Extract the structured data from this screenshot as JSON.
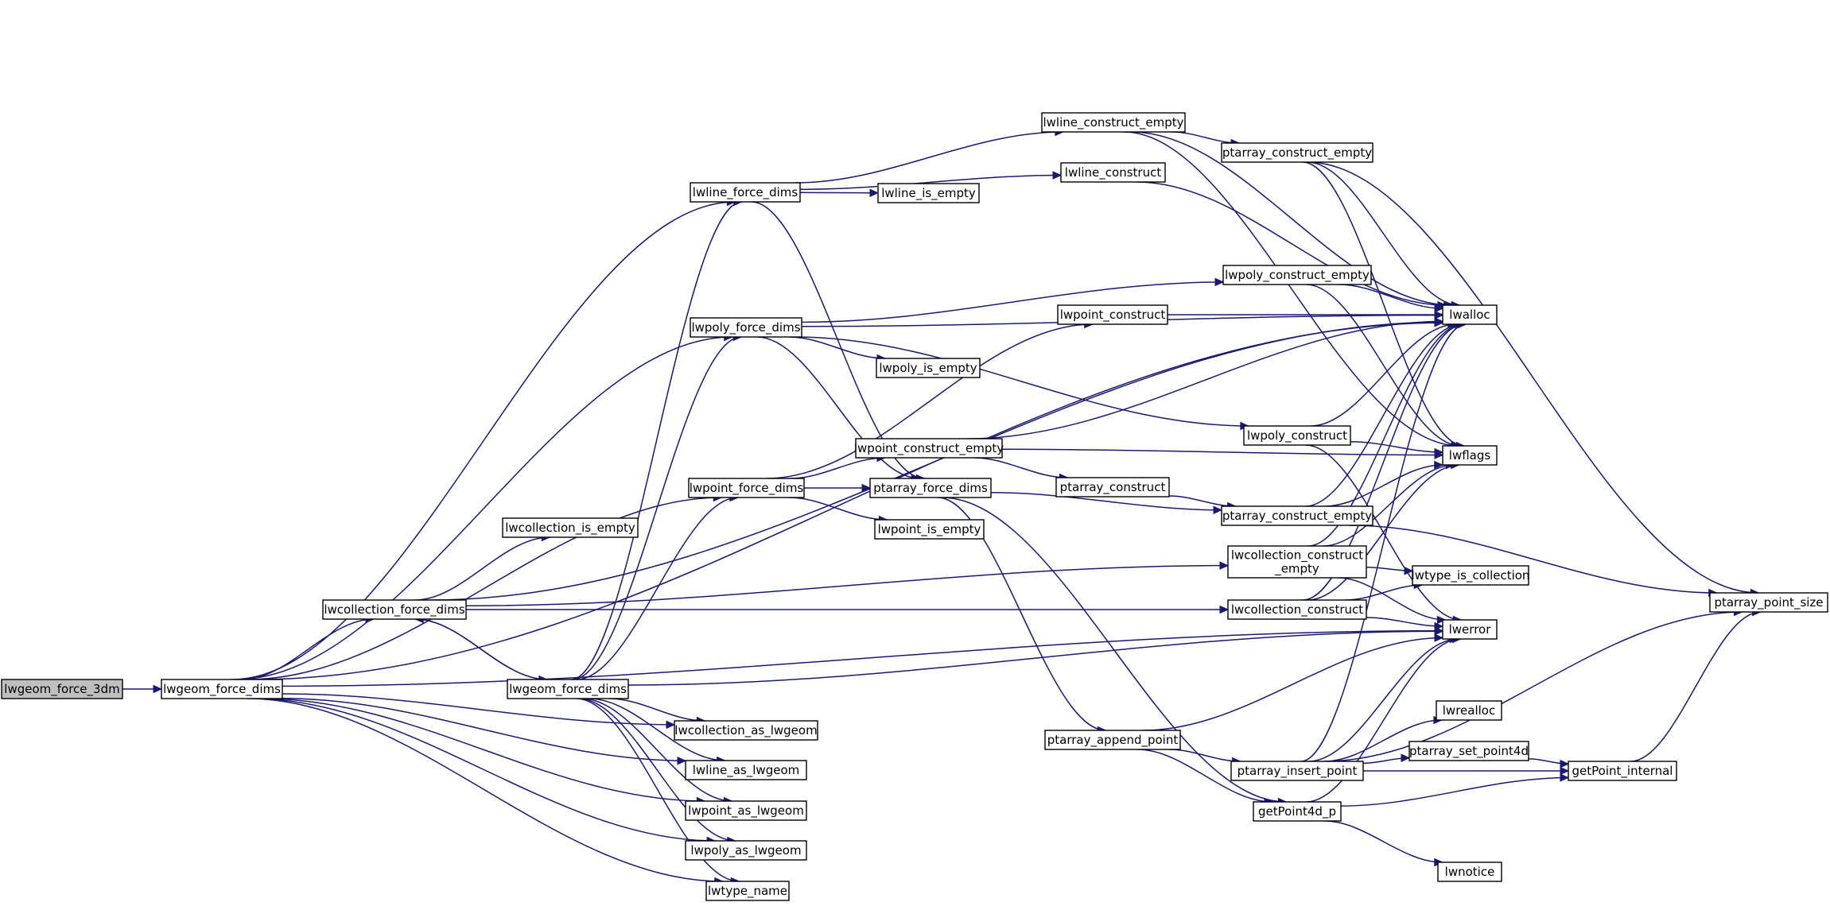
{
  "graph": {
    "colors": {
      "edge": "#191970",
      "node_border": "#000000",
      "root_fill": "#bfbfbf",
      "background": "#ffffff"
    },
    "nodes": [
      {
        "id": "lwgeom_force_3dm",
        "label": "lwgeom_force_3dm",
        "root": true
      },
      {
        "id": "lwgeom_force_dims_1",
        "label": "lwgeom_force_dims"
      },
      {
        "id": "lwcollection_force_dims",
        "label": "lwcollection_force_dims"
      },
      {
        "id": "lwgeom_force_dims_2",
        "label": "lwgeom_force_dims"
      },
      {
        "id": "lwcollection_is_empty",
        "label": "lwcollection_is_empty"
      },
      {
        "id": "lwline_force_dims",
        "label": "lwline_force_dims"
      },
      {
        "id": "lwpoly_force_dims",
        "label": "lwpoly_force_dims"
      },
      {
        "id": "lwpoint_force_dims",
        "label": "lwpoint_force_dims"
      },
      {
        "id": "lwcollection_as_lwgeom",
        "label": "lwcollection_as_lwgeom"
      },
      {
        "id": "lwline_as_lwgeom",
        "label": "lwline_as_lwgeom"
      },
      {
        "id": "lwpoint_as_lwgeom",
        "label": "lwpoint_as_lwgeom"
      },
      {
        "id": "lwpoly_as_lwgeom",
        "label": "lwpoly_as_lwgeom"
      },
      {
        "id": "lwtype_name",
        "label": "lwtype_name"
      },
      {
        "id": "lwline_is_empty",
        "label": "lwline_is_empty"
      },
      {
        "id": "lwpoly_is_empty",
        "label": "lwpoly_is_empty"
      },
      {
        "id": "lwpoint_construct_empty",
        "label": "lwpoint_construct_empty"
      },
      {
        "id": "ptarray_force_dims",
        "label": "ptarray_force_dims"
      },
      {
        "id": "lwpoint_is_empty",
        "label": "lwpoint_is_empty"
      },
      {
        "id": "lwline_construct_empty",
        "label": "lwline_construct_empty"
      },
      {
        "id": "lwline_construct",
        "label": "lwline_construct"
      },
      {
        "id": "lwpoint_construct",
        "label": "lwpoint_construct"
      },
      {
        "id": "ptarray_construct",
        "label": "ptarray_construct"
      },
      {
        "id": "ptarray_append_point",
        "label": "ptarray_append_point"
      },
      {
        "id": "ptarray_construct_empty_top",
        "label": "ptarray_construct_empty"
      },
      {
        "id": "lwpoly_construct_empty",
        "label": "lwpoly_construct_empty"
      },
      {
        "id": "lwpoly_construct",
        "label": "lwpoly_construct"
      },
      {
        "id": "ptarray_construct_empty_mid",
        "label": "ptarray_construct_empty"
      },
      {
        "id": "lwcollection_construct_empty",
        "label": "lwcollection_construct\n_empty"
      },
      {
        "id": "lwcollection_construct",
        "label": "lwcollection_construct"
      },
      {
        "id": "ptarray_insert_point",
        "label": "ptarray_insert_point"
      },
      {
        "id": "getPoint4d_p",
        "label": "getPoint4d_p"
      },
      {
        "id": "lwalloc",
        "label": "lwalloc"
      },
      {
        "id": "lwflags",
        "label": "lwflags"
      },
      {
        "id": "lwtype_is_collection",
        "label": "lwtype_is_collection"
      },
      {
        "id": "lwerror",
        "label": "lwerror"
      },
      {
        "id": "lwrealloc",
        "label": "lwrealloc"
      },
      {
        "id": "ptarray_set_point4d",
        "label": "ptarray_set_point4d"
      },
      {
        "id": "lwnotice",
        "label": "lwnotice"
      },
      {
        "id": "getPoint_internal",
        "label": "getPoint_internal"
      },
      {
        "id": "ptarray_point_size",
        "label": "ptarray_point_size"
      }
    ],
    "edges": [
      [
        "lwgeom_force_3dm",
        "lwgeom_force_dims_1"
      ],
      [
        "lwgeom_force_dims_1",
        "lwcollection_force_dims"
      ],
      [
        "lwgeom_force_dims_1",
        "lwline_force_dims"
      ],
      [
        "lwgeom_force_dims_1",
        "lwpoly_force_dims"
      ],
      [
        "lwgeom_force_dims_1",
        "lwpoint_force_dims"
      ],
      [
        "lwgeom_force_dims_1",
        "lwalloc"
      ],
      [
        "lwgeom_force_dims_1",
        "lwerror"
      ],
      [
        "lwgeom_force_dims_1",
        "lwcollection_as_lwgeom"
      ],
      [
        "lwgeom_force_dims_1",
        "lwline_as_lwgeom"
      ],
      [
        "lwgeom_force_dims_1",
        "lwpoint_as_lwgeom"
      ],
      [
        "lwgeom_force_dims_1",
        "lwpoly_as_lwgeom"
      ],
      [
        "lwgeom_force_dims_1",
        "lwtype_name"
      ],
      [
        "lwcollection_force_dims",
        "lwcollection_is_empty"
      ],
      [
        "lwcollection_force_dims",
        "lwgeom_force_dims_2"
      ],
      [
        "lwcollection_force_dims",
        "lwalloc"
      ],
      [
        "lwcollection_force_dims",
        "lwcollection_construct_empty"
      ],
      [
        "lwcollection_force_dims",
        "lwcollection_construct"
      ],
      [
        "lwgeom_force_dims_2",
        "lwcollection_force_dims"
      ],
      [
        "lwgeom_force_dims_2",
        "lwline_force_dims"
      ],
      [
        "lwgeom_force_dims_2",
        "lwpoly_force_dims"
      ],
      [
        "lwgeom_force_dims_2",
        "lwpoint_force_dims"
      ],
      [
        "lwgeom_force_dims_2",
        "lwerror"
      ],
      [
        "lwgeom_force_dims_2",
        "lwcollection_as_lwgeom"
      ],
      [
        "lwgeom_force_dims_2",
        "lwline_as_lwgeom"
      ],
      [
        "lwgeom_force_dims_2",
        "lwpoint_as_lwgeom"
      ],
      [
        "lwgeom_force_dims_2",
        "lwpoly_as_lwgeom"
      ],
      [
        "lwgeom_force_dims_2",
        "lwtype_name"
      ],
      [
        "lwline_force_dims",
        "lwline_construct_empty"
      ],
      [
        "lwline_force_dims",
        "lwline_construct"
      ],
      [
        "lwline_force_dims",
        "lwline_is_empty"
      ],
      [
        "lwline_force_dims",
        "ptarray_force_dims"
      ],
      [
        "lwpoly_force_dims",
        "lwalloc"
      ],
      [
        "lwpoly_force_dims",
        "lwpoly_construct_empty"
      ],
      [
        "lwpoly_force_dims",
        "lwpoly_is_empty"
      ],
      [
        "lwpoly_force_dims",
        "lwpoly_construct"
      ],
      [
        "lwpoly_force_dims",
        "ptarray_force_dims"
      ],
      [
        "lwpoint_force_dims",
        "lwpoint_construct"
      ],
      [
        "lwpoint_force_dims",
        "lwpoint_construct_empty"
      ],
      [
        "lwpoint_force_dims",
        "ptarray_force_dims"
      ],
      [
        "lwpoint_force_dims",
        "lwpoint_is_empty"
      ],
      [
        "lwline_construct_empty",
        "lwalloc"
      ],
      [
        "lwline_construct_empty",
        "ptarray_construct_empty_top"
      ],
      [
        "lwline_construct_empty",
        "lwflags"
      ],
      [
        "lwline_construct",
        "lwalloc"
      ],
      [
        "ptarray_construct_empty_top",
        "lwalloc"
      ],
      [
        "ptarray_construct_empty_top",
        "lwflags"
      ],
      [
        "ptarray_construct_empty_top",
        "ptarray_point_size"
      ],
      [
        "lwpoly_construct_empty",
        "lwalloc"
      ],
      [
        "lwpoly_construct_empty",
        "lwflags"
      ],
      [
        "lwpoint_construct",
        "lwalloc"
      ],
      [
        "lwpoint_construct_empty",
        "lwalloc"
      ],
      [
        "lwpoint_construct_empty",
        "lwflags"
      ],
      [
        "lwpoint_construct_empty",
        "ptarray_construct"
      ],
      [
        "ptarray_force_dims",
        "ptarray_construct_empty_mid"
      ],
      [
        "ptarray_force_dims",
        "ptarray_append_point"
      ],
      [
        "ptarray_force_dims",
        "getPoint4d_p"
      ],
      [
        "ptarray_construct",
        "ptarray_construct_empty_mid"
      ],
      [
        "lwpoly_construct",
        "lwalloc"
      ],
      [
        "lwpoly_construct",
        "lwflags"
      ],
      [
        "lwpoly_construct",
        "lwerror"
      ],
      [
        "ptarray_construct_empty_mid",
        "lwalloc"
      ],
      [
        "ptarray_construct_empty_mid",
        "lwflags"
      ],
      [
        "ptarray_construct_empty_mid",
        "ptarray_point_size"
      ],
      [
        "lwcollection_construct_empty",
        "lwalloc"
      ],
      [
        "lwcollection_construct_empty",
        "lwflags"
      ],
      [
        "lwcollection_construct_empty",
        "lwtype_is_collection"
      ],
      [
        "lwcollection_construct_empty",
        "lwerror"
      ],
      [
        "lwcollection_construct",
        "lwalloc"
      ],
      [
        "lwcollection_construct",
        "lwflags"
      ],
      [
        "lwcollection_construct",
        "lwtype_is_collection"
      ],
      [
        "lwcollection_construct",
        "lwerror"
      ],
      [
        "ptarray_append_point",
        "lwerror"
      ],
      [
        "ptarray_append_point",
        "ptarray_insert_point"
      ],
      [
        "ptarray_append_point",
        "getPoint4d_p"
      ],
      [
        "ptarray_insert_point",
        "lwalloc"
      ],
      [
        "ptarray_insert_point",
        "lwerror"
      ],
      [
        "ptarray_insert_point",
        "lwrealloc"
      ],
      [
        "ptarray_insert_point",
        "ptarray_set_point4d"
      ],
      [
        "ptarray_insert_point",
        "getPoint_internal"
      ],
      [
        "ptarray_insert_point",
        "ptarray_point_size"
      ],
      [
        "getPoint4d_p",
        "lwerror"
      ],
      [
        "getPoint4d_p",
        "getPoint_internal"
      ],
      [
        "getPoint4d_p",
        "lwnotice"
      ],
      [
        "ptarray_set_point4d",
        "getPoint_internal"
      ],
      [
        "getPoint_internal",
        "ptarray_point_size"
      ]
    ]
  }
}
